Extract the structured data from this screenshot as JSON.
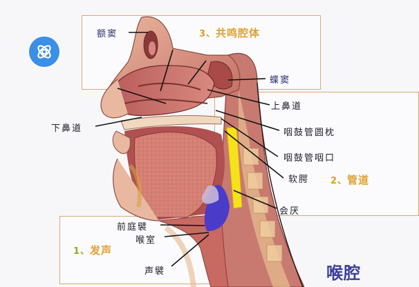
{
  "logo": {
    "icon": "atom-icon",
    "color": "#3a8fe6"
  },
  "sections": {
    "resonator": {
      "number": "3、",
      "label": "共鸣腔体"
    },
    "tract": {
      "number": "2、",
      "label": "管道"
    },
    "voice": {
      "number": "1、",
      "label": "发声"
    }
  },
  "labels": {
    "frontal_sinus": "额窦",
    "sphenoid_sinus": "蝶窦",
    "superior_meatus": "上鼻道",
    "inferior_meatus": "下鼻道",
    "torus_tubarius": "咽鼓管圆枕",
    "pharyngeal_opening": "咽鼓管咽口",
    "soft_palate": "软腭",
    "epiglottis": "会厌",
    "vestibular_fold": "前庭襞",
    "laryngeal_ventricle": "喉室",
    "vocal_fold": "声襞"
  },
  "title": "喉腔",
  "colors": {
    "box_border": "#d8a878",
    "section_text": "#e0a030",
    "title": "#3a3d9a",
    "airway_highlight": "#f5e21a",
    "larynx_highlight": "#4a3cc8",
    "tissue": "#c8706a"
  }
}
